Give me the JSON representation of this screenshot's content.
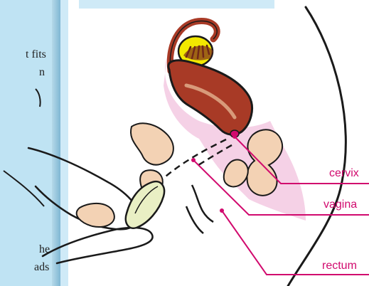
{
  "left_text_fragments": [
    "t fits",
    "n",
    "he",
    "ads"
  ],
  "labels": {
    "cervix": "cervix",
    "vagina": "vagina",
    "rectum": "rectum"
  },
  "colors": {
    "label": "#d10a6e",
    "uterus": "#a83a26",
    "ovary": "#f2e800",
    "bone": "#f3d2b4",
    "tissue_pink": "#f2c6e0",
    "applicator": "#e9efc4"
  }
}
